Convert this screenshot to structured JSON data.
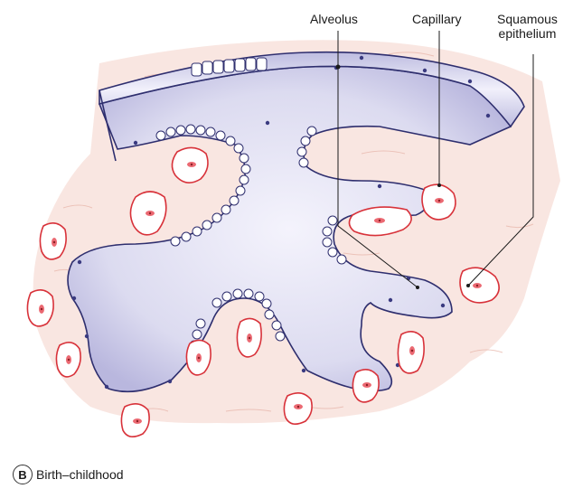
{
  "labels": {
    "alveolus": "Alveolus",
    "capillary": "Capillary",
    "squamous_line1": "Squamous",
    "squamous_line2": "epithelium"
  },
  "panel": {
    "letter": "B",
    "caption": "Birth–childhood"
  },
  "colors": {
    "tissue_pink": "#f6dcd6",
    "lumen_lavender": "#c9c8e6",
    "lumen_light": "#efeefa",
    "cell_outline": "#2e2e6e",
    "nucleus": "#3a3a80",
    "capillary_red": "#d8323a",
    "rbc_red": "#e8505a"
  }
}
